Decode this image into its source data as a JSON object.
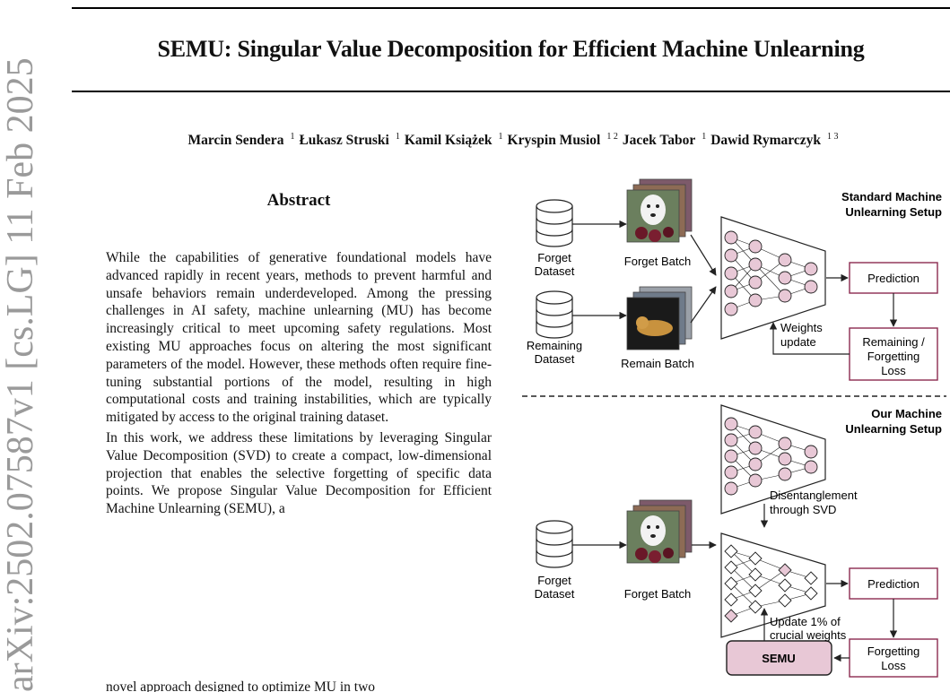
{
  "paper": {
    "title": "SEMU: Singular Value Decomposition for Efficient Machine Unlearning",
    "authors": [
      {
        "name": "Marcin Sendera",
        "aff": "1"
      },
      {
        "name": "Łukasz Struski",
        "aff": "1"
      },
      {
        "name": "Kamil Książek",
        "aff": "1"
      },
      {
        "name": "Kryspin Musiol",
        "aff": "1 2"
      },
      {
        "name": "Jacek Tabor",
        "aff": "1"
      },
      {
        "name": "Dawid Rymarczyk",
        "aff": "1 3"
      }
    ],
    "arxiv_id": "arXiv:2502.07587v1  [cs.LG]  11 Feb 2025",
    "abstract_heading": "Abstract",
    "abstract_p1": "While the capabilities of generative foundational models have advanced rapidly in recent years, methods to prevent harmful and unsafe behaviors remain underdeveloped. Among the pressing challenges in AI safety, machine unlearning (MU) has become increasingly critical to meet upcoming safety regulations. Most existing MU approaches focus on altering the most significant parameters of the model. However, these methods often require fine-tuning substantial portions of the model, resulting in high computational costs and training instabilities, which are typically mitigated by access to the original training dataset.",
    "abstract_p2": "In this work, we address these limitations by leveraging Singular Value Decomposition (SVD) to create a compact, low-dimensional projection that enables the selective forgetting of specific data points. We propose Singular Value Decomposition for Efficient Machine Unlearning (SEMU), a",
    "abstract_p2_cut": "novel approach designed to optimize MU in two"
  },
  "figure": {
    "standard_title": [
      "Standard Machine",
      "Unlearning Setup"
    ],
    "our_title": [
      "Our Machine",
      "Unlearning Setup"
    ],
    "forget_dataset": [
      "Forget",
      "Dataset"
    ],
    "remaining_dataset": [
      "Remaining",
      "Dataset"
    ],
    "forget_batch": "Forget Batch",
    "remain_batch": "Remain Batch",
    "prediction": "Prediction",
    "remaining_forgetting_loss": [
      "Remaining /",
      "Forgetting",
      "Loss"
    ],
    "weights_update": [
      "Weights",
      "update"
    ],
    "disentanglement": [
      "Disentanglement",
      "through SVD"
    ],
    "update_crucial": [
      "Update 1% of",
      "crucial weights"
    ],
    "semu": "SEMU",
    "forgetting_loss": [
      "Forgetting",
      "Loss"
    ],
    "colors": {
      "node_fill": "#e8c8d6",
      "box_border": "#8c2a4f",
      "semu_fill": "#e8c8d6",
      "dark": "#222222"
    }
  }
}
